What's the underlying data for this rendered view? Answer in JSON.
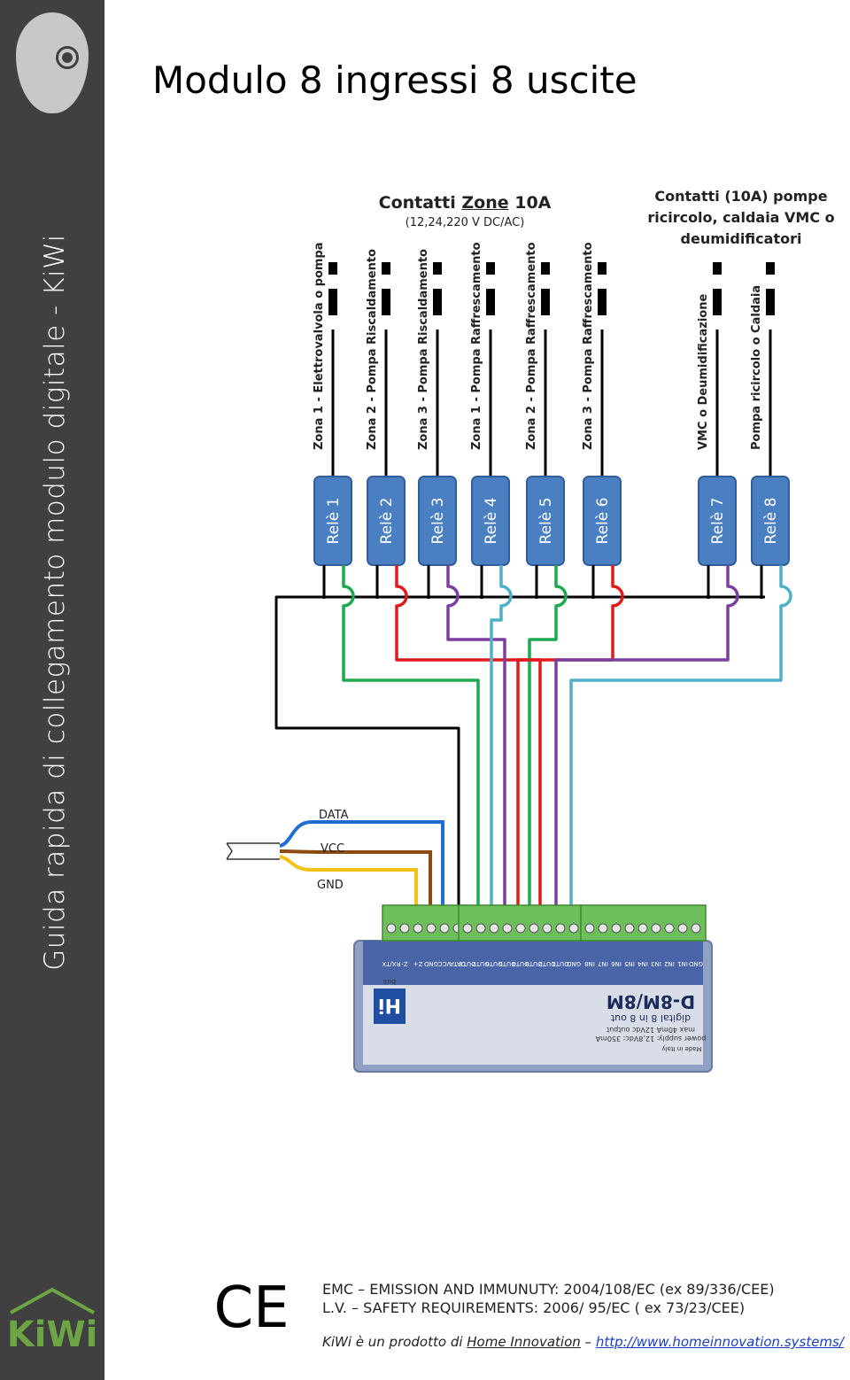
{
  "sidebar": {
    "title": "Guida rapida di collegamento modulo digitale    - KiWi"
  },
  "page_title": "Modulo 8 ingressi 8 uscite",
  "zone_header": {
    "line1_prefix": "Contatti ",
    "line1_underlined": "Zone",
    "line1_suffix": " 10A",
    "line2": "(12,24,220 V DC/AC)"
  },
  "pump_header": {
    "line1": "Contatti (10A) pompe",
    "line2": "ricircolo, caldaia VMC o",
    "line3": "deumidificatori"
  },
  "contacts": [
    "Zona 1 - Elettrovalvola o pompa",
    "Zona 2 - Pompa Riscaldamento",
    "Zona 3 - Pompa Riscaldamento",
    "Zona 1 - Pompa Raffrescamento",
    "Zona 2 - Pompa Raffrescamento",
    "Zona 3 - Pompa Raffrescamento",
    "VMC o Deumidificazione",
    "Pompa ricircolo o Caldaia"
  ],
  "relays": [
    "Relè 1",
    "Relè 2",
    "Relè 3",
    "Relè 4",
    "Relè 5",
    "Relè 6",
    "Relè 7",
    "Relè 8"
  ],
  "bus_wires": {
    "data": "DATA",
    "vcc": "VCC",
    "gnd": "GND"
  },
  "device": {
    "model": "D-8M/8M",
    "subtitle": "digital 8 in 8 out",
    "brand": "Hi",
    "bus_label": "bus",
    "spec1": "max 40mA 12Vdc output",
    "spec2": "power supply: 12,8Vdc: 350mA",
    "made_in": "Made in Italy",
    "terminals_left": [
      "RX/TX",
      "Z-",
      "Z+",
      "GND",
      "VCC",
      "DATA"
    ],
    "terminals_out": [
      "OUT8",
      "OUT7",
      "OUT6",
      "OUT5",
      "OUT4",
      "OUT3",
      "OUT2",
      "OUT1",
      "GND"
    ],
    "terminals_in": [
      "IN8",
      "IN7",
      "IN6",
      "IN5",
      "IN4",
      "IN3",
      "IN2",
      "IN1",
      "GND"
    ]
  },
  "footer": {
    "line1": "EMC – EMISSION AND IMMUNUTY: 2004/108/EC   (ex 89/336/CEE)",
    "line2": "L.V.   – SAFETY REQUIREMENTS: 2006/   95/EC   ( ex 73/23/CEE)",
    "line3_prefix": "KiWi è un prodotto di ",
    "line3_company": "Home Innovation",
    "line3_sep": " – ",
    "line3_link": "http://www.homeinnovation.systems/",
    "logo_text": "KiWi",
    "ce_text": "CE"
  },
  "colors": {
    "sidebar": "#404040",
    "relay_fill": "#4a7fc1",
    "relay_stroke": "#2f5e98",
    "wire_green": "#1fa84f",
    "wire_red": "#e01b1b",
    "wire_purple": "#7a3fa0",
    "wire_cyan": "#4fb0c8",
    "wire_blue": "#1f6fd1",
    "wire_brown": "#8a4a10",
    "wire_yellow": "#f2c21a",
    "terminal_green": "#6cbf5a",
    "device_body": "#4a64a8",
    "kiwi_green": "#6da544"
  }
}
